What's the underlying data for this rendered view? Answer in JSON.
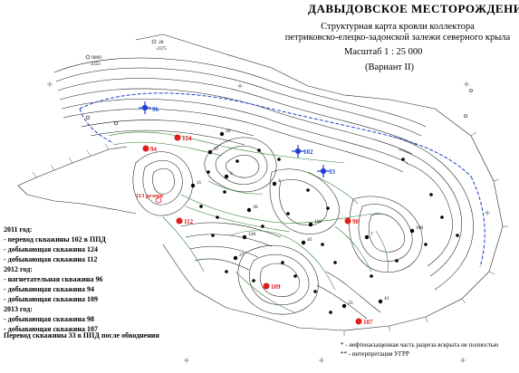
{
  "header": {
    "title": "ДАВЫДОВСКОЕ МЕСТОРОЖДЕНИЕ",
    "subtitle_line1": "Структурная карта кровли коллектора",
    "subtitle_line2": "петриковско-елецко-задонской залежи северного крыла",
    "scale": "Масштаб 1 : 25 000",
    "variant": "(Вариант II)"
  },
  "plan": {
    "lines": [
      "2011 год:",
      "- перевод скважины 102 в ППД",
      "- добывающая скважина 124",
      "- добывающая скважина 112",
      "2012 год:",
      "- нагнетательная скважина 96",
      "- добывающая скважина 94",
      "- добывающая скважина 109",
      "2013 год:",
      "- добывающая скважина 98",
      "- добывающая скважина 107"
    ],
    "transfer": "Перевод скважины 33 в ППД после обводнения"
  },
  "notes": {
    "line1": "* - нефтенасыщенная часть разреза вскрыта не полностью",
    "line2": "** - интерпретация УГРР"
  },
  "colors": {
    "contour": "#1a1a1a",
    "contour_alt": "#2e7d32",
    "boundary": "#1e40d0",
    "production_well": "#e11d1d",
    "injection_well": "#1e40d0",
    "existing_well": "#000000"
  },
  "wells": {
    "planned_production": [
      {
        "label": "94"
      },
      {
        "label": "124"
      },
      {
        "label": "112"
      },
      {
        "label": "109"
      },
      {
        "label": "98"
      },
      {
        "label": "107"
      }
    ],
    "injection": [
      {
        "label": "96"
      },
      {
        "label": "102"
      },
      {
        "label": "33"
      }
    ],
    "existing": [
      {
        "label": "20"
      },
      {
        "label": "37"
      },
      {
        "label": "8"
      },
      {
        "label": "11"
      },
      {
        "label": "30"
      },
      {
        "label": "4"
      },
      {
        "label": "110"
      },
      {
        "label": "45"
      },
      {
        "label": "126"
      },
      {
        "label": "27"
      },
      {
        "label": "7"
      },
      {
        "label": "100"
      },
      {
        "label": "41"
      },
      {
        "label": "23"
      }
    ],
    "special": {
      "label": "113 резерв"
    },
    "top_well": {
      "label": "28",
      "value": "-2375"
    },
    "top_left_well": {
      "label": "9009",
      "value": "-2353"
    }
  }
}
